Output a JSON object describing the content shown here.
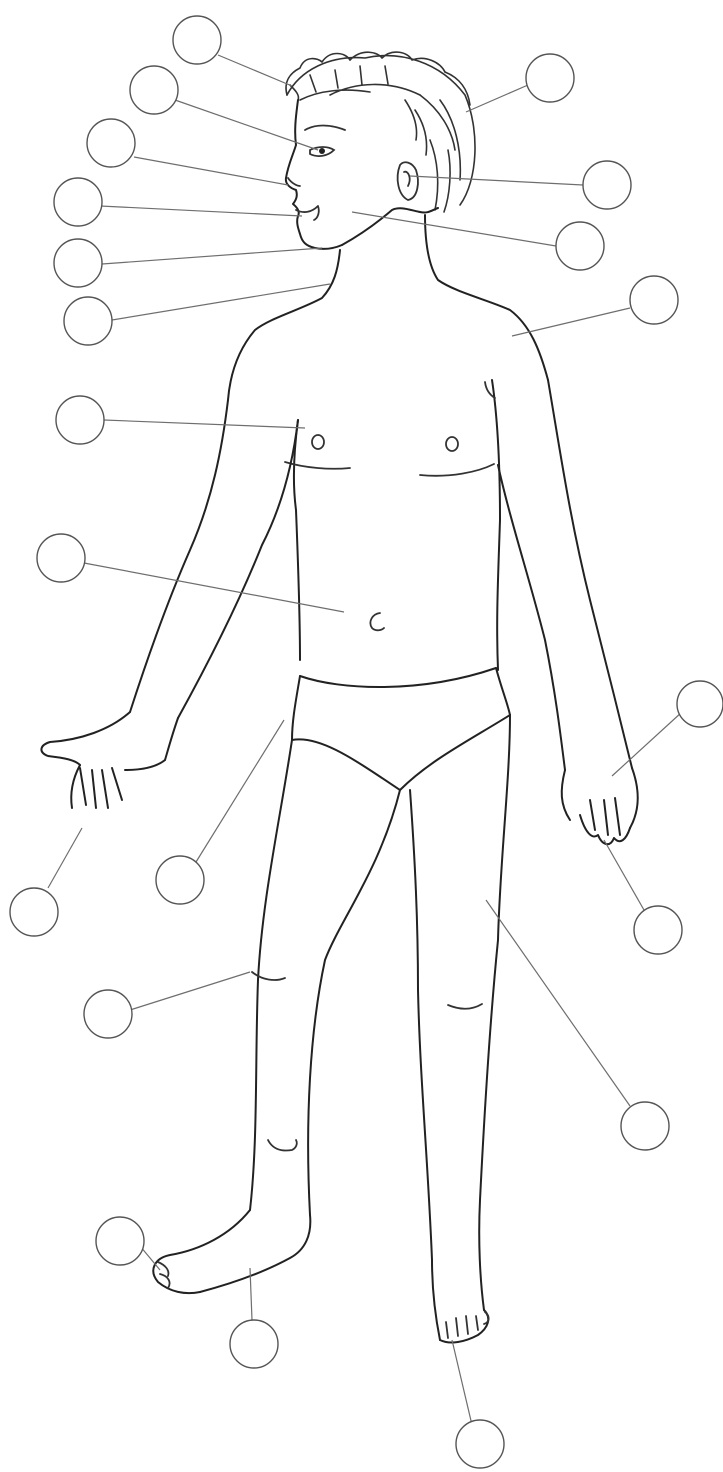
{
  "diagram": {
    "figure": "child-body-outline",
    "label_blanks": [
      {
        "part": "hair"
      },
      {
        "part": "eye"
      },
      {
        "part": "nose"
      },
      {
        "part": "mouth"
      },
      {
        "part": "chin"
      },
      {
        "part": "neck"
      },
      {
        "part": "chest"
      },
      {
        "part": "belly-button"
      },
      {
        "part": "hand-left"
      },
      {
        "part": "hip"
      },
      {
        "part": "knee"
      },
      {
        "part": "toes-left"
      },
      {
        "part": "foot"
      },
      {
        "part": "head"
      },
      {
        "part": "ear"
      },
      {
        "part": "cheek"
      },
      {
        "part": "shoulder"
      },
      {
        "part": "wrist"
      },
      {
        "part": "fingers"
      },
      {
        "part": "leg"
      },
      {
        "part": "toes-right"
      }
    ]
  }
}
